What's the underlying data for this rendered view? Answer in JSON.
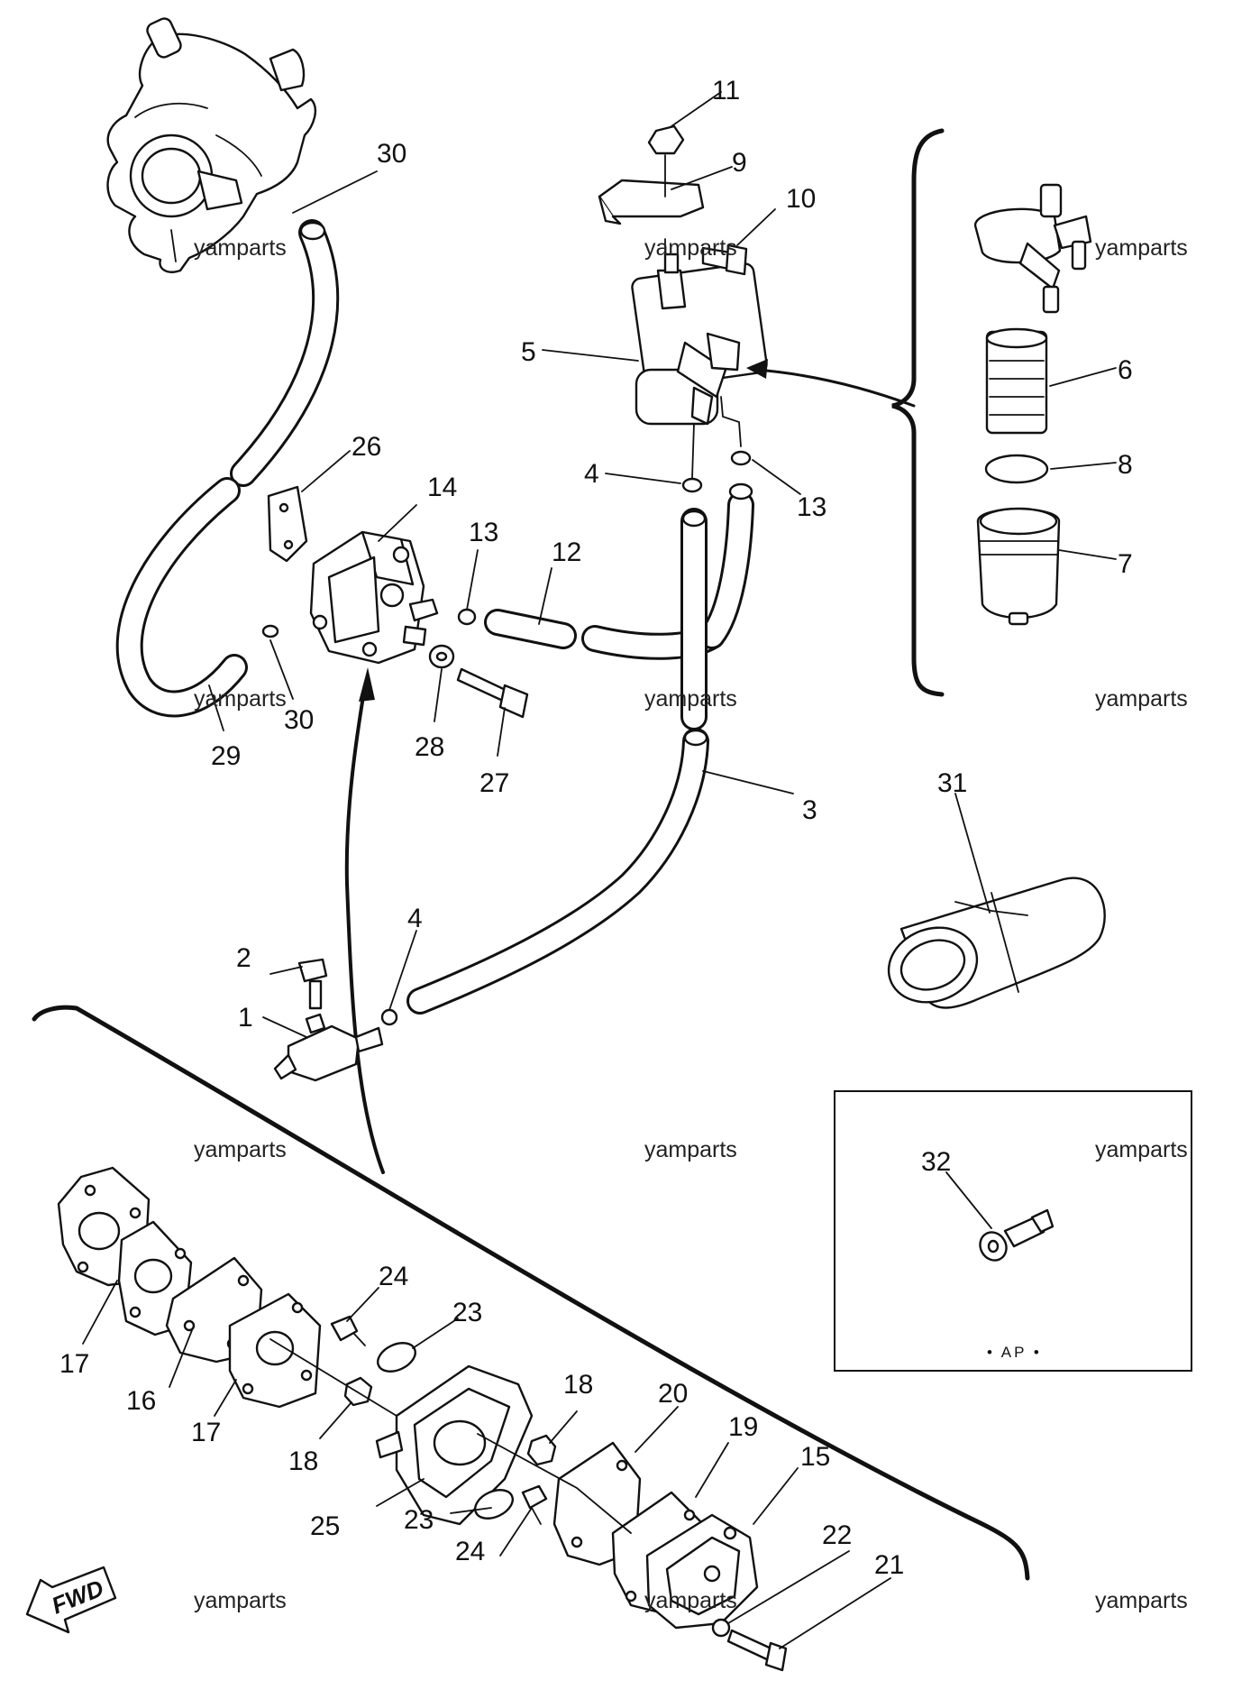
{
  "part_numbers": {
    "p1": "1",
    "p2": "2",
    "p3": "3",
    "p4a": "4",
    "p4b": "4",
    "p5": "5",
    "p6": "6",
    "p7": "7",
    "p8": "8",
    "p9": "9",
    "p10": "10",
    "p11": "11",
    "p12": "12",
    "p13a": "13",
    "p13b": "13",
    "p14": "14",
    "p15": "15",
    "p16": "16",
    "p17a": "17",
    "p17b": "17",
    "p18a": "18",
    "p18b": "18",
    "p19": "19",
    "p20": "20",
    "p21": "21",
    "p22": "22",
    "p23a": "23",
    "p23b": "23",
    "p24a": "24",
    "p24b": "24",
    "p25": "25",
    "p26": "26",
    "p27": "27",
    "p28": "28",
    "p29": "29",
    "p30a": "30",
    "p30b": "30",
    "p31": "31",
    "p32": "32"
  },
  "watermarks": {
    "w1": "yamparts",
    "w2": "yamparts",
    "w3": "yamparts",
    "w4": "yamparts",
    "w5": "yamparts",
    "w6": "yamparts",
    "w7": "yamparts",
    "w8": "yamparts",
    "w9": "yamparts",
    "w10": "yamparts",
    "w11": "yamparts",
    "w12": "yamparts"
  },
  "inset_label": "• AP •",
  "fwd_label": "FWD",
  "icons": {
    "carburetor": "carburetor-icon",
    "fuel_filter": "fuel-filter-icon",
    "fuel_pump": "fuel-pump-icon",
    "fuel_joint": "fuel-joint-icon",
    "grommet": "grommet-icon",
    "fwd_arrow": "fwd-arrow-icon"
  }
}
